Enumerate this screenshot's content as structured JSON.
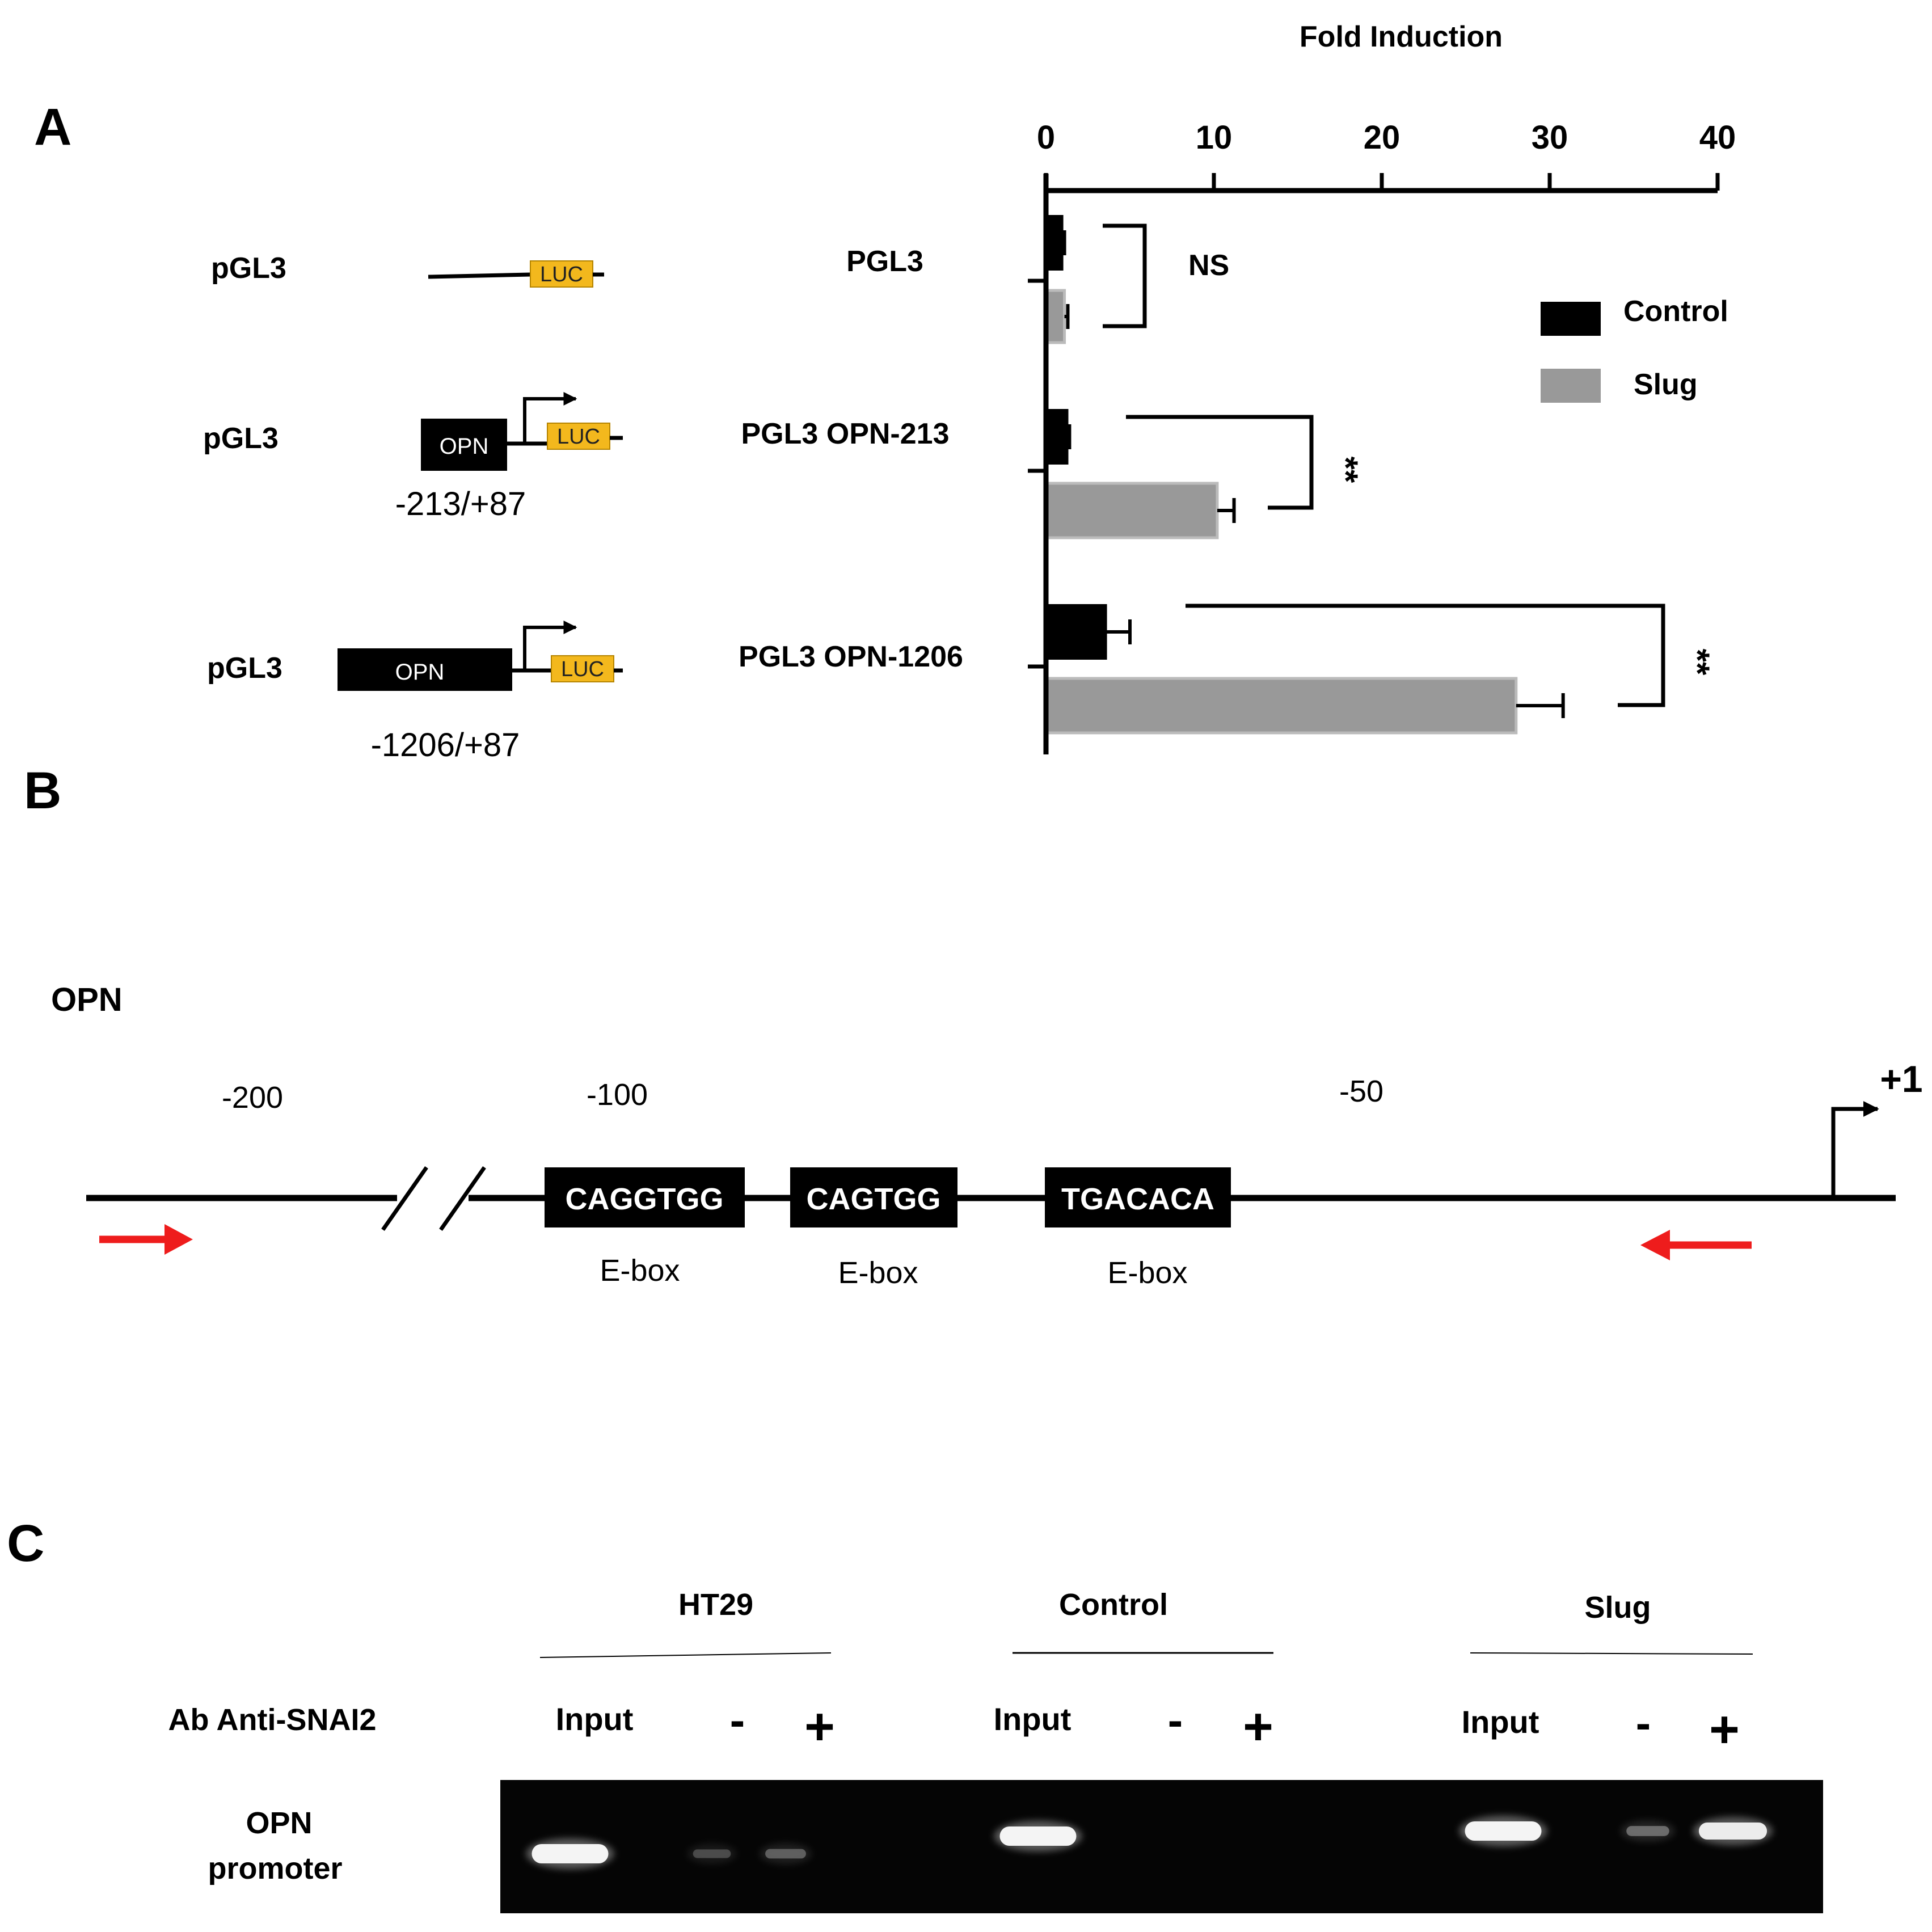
{
  "panel_a": {
    "letter": "A",
    "constructs": [
      {
        "vector": "pGL3",
        "opn": "",
        "luc": "LUC",
        "range": ""
      },
      {
        "vector": "pGL3",
        "opn": "OPN",
        "luc": "LUC",
        "range": "-213/+87"
      },
      {
        "vector": "pGL3",
        "opn": "OPN",
        "luc": "LUC",
        "range": "-1206/+87"
      }
    ],
    "colors": {
      "control": "#000000",
      "slug": "#999999",
      "luc_box": "#f3b81d"
    }
  },
  "chart_data": {
    "type": "bar",
    "orientation": "horizontal",
    "title": "Fold Induction",
    "xlabel": "Fold Induction",
    "ylabel": "",
    "xlim": [
      0,
      40
    ],
    "ticks": [
      0,
      10,
      20,
      30,
      40
    ],
    "tick_labels": [
      "0",
      "10",
      "20",
      "30",
      "40"
    ],
    "axis_position": "top",
    "grid": false,
    "categories": [
      "PGL3",
      "PGL3 OPN-213",
      "PGL3 OPN-1206"
    ],
    "series": [
      {
        "name": "Control",
        "color": "#000000",
        "values": [
          1.0,
          1.3,
          3.6
        ],
        "errors": [
          0.1,
          0.1,
          1.4
        ]
      },
      {
        "name": "Slug",
        "color": "#999999",
        "values": [
          1.1,
          10.2,
          28.0
        ],
        "errors": [
          0.2,
          1.0,
          2.8
        ]
      }
    ],
    "significance": [
      "NS",
      "**",
      "**"
    ],
    "legend": {
      "position": "top-right",
      "entries": [
        "Control",
        "Slug"
      ]
    }
  },
  "panel_b": {
    "letter": "B",
    "gene": "OPN",
    "positions": [
      "-200",
      "-100",
      "-50"
    ],
    "tss": "+1",
    "boxes": [
      {
        "seq": "CAGGTGG",
        "label": "E-box"
      },
      {
        "seq": "CAGTGG",
        "label": "E-box"
      },
      {
        "seq": "TGACACA",
        "label": "E-box"
      }
    ],
    "primer_color": "#ee1c1c"
  },
  "panel_c": {
    "letter": "C",
    "groups": [
      "HT29",
      "Control",
      "Slug"
    ],
    "row_label": "Ab Anti-SNAI2",
    "lane_labels": [
      "Input",
      "-",
      "+"
    ],
    "gel_label_1": "OPN",
    "gel_label_2": "promoter",
    "bands": {
      "HT29": [
        1.0,
        0.08,
        0.15
      ],
      "Control": [
        1.0,
        0.0,
        0.0
      ],
      "Slug": [
        1.0,
        0.2,
        0.8
      ]
    }
  }
}
